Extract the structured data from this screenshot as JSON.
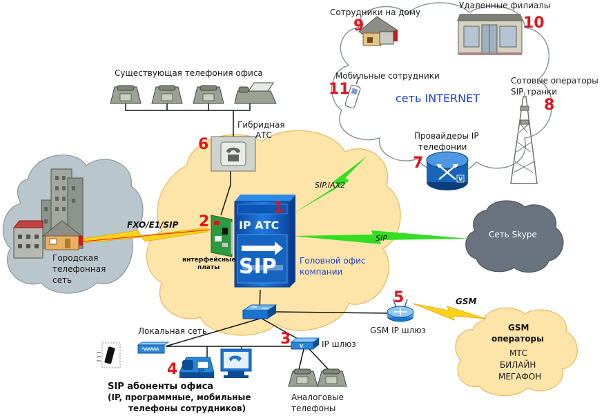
{
  "labels": {
    "internet_cloud": "сеть INTERNET",
    "home_workers": "Сотрудники на дому",
    "remote_branches": "Удаленные филиалы",
    "mobile_workers": "Мобильные сотрудники",
    "cellular_line1": "Сотовые операторы",
    "cellular_line2": "SIP транки",
    "ip_providers_line1": "Провайдеры IP",
    "ip_providers_line2": "телефонии",
    "existing_telephony": "Существующая телефония офиса",
    "hybrid_pbx_line1": "Гибридная",
    "hybrid_pbx_line2": "АТС",
    "city_net_line1": "Городская",
    "city_net_line2": "телефонная",
    "city_net_line3": "сеть",
    "fxo_link": "FXO/E1/SIP",
    "sip_iax_link": "SIP,IAX2",
    "sip_link": "SIP",
    "gsm_link": "GSM",
    "interface_cards_line1": "интерфейсные",
    "interface_cards_line2": "платы",
    "ip_pbx": "IP АТС",
    "sip_logo": "SIP",
    "head_office_line1": "Головной офис",
    "head_office_line2": "компании",
    "skype_net": "Сеть Skype",
    "gsm_gateway": "GSM IP шлюз",
    "gsm_operators_line1": "GSM",
    "gsm_operators_line2": "операторы",
    "gsm_operators_list": [
      "МТС",
      "БИЛАЙН",
      "МЕГАФОН"
    ],
    "local_net": "Локальная сеть",
    "ip_gateway": "IP шлюз",
    "analog_phones_line1": "Аналоговые",
    "analog_phones_line2": "телефоны",
    "sip_subscribers_line1": "SIP абоненты офиса",
    "sip_subscribers_line2": "(IP, программные, мобильные",
    "sip_subscribers_line3": "телефоны сотрудников)",
    "ip_phone_badge": "IP"
  },
  "numbers": {
    "n1": "1",
    "n2": "2",
    "n3": "3",
    "n4": "4",
    "n5": "5",
    "n6": "6",
    "n7": "7",
    "n8": "8",
    "n9": "9",
    "n10": "10",
    "n11": "11"
  },
  "colors": {
    "office_cloud": "#fde4a8",
    "internet_cloud": "#ffffff",
    "city_cloud": "#b9c6cc",
    "skype_cloud": "#6a7480",
    "gsm_cloud": "#fde4a8",
    "pbx_blue": "#1565c0",
    "link_green": "#33dd22",
    "link_yellow": "#ffd21a",
    "number_red": "#e3131b"
  },
  "icons": [
    "server-icon",
    "phone-icon",
    "fax-icon",
    "router-icon",
    "switch-icon",
    "tower-icon",
    "house-icon",
    "building-icon",
    "shop-icon",
    "mobile-phone-icon",
    "monitor-icon",
    "interface-card-icon"
  ]
}
